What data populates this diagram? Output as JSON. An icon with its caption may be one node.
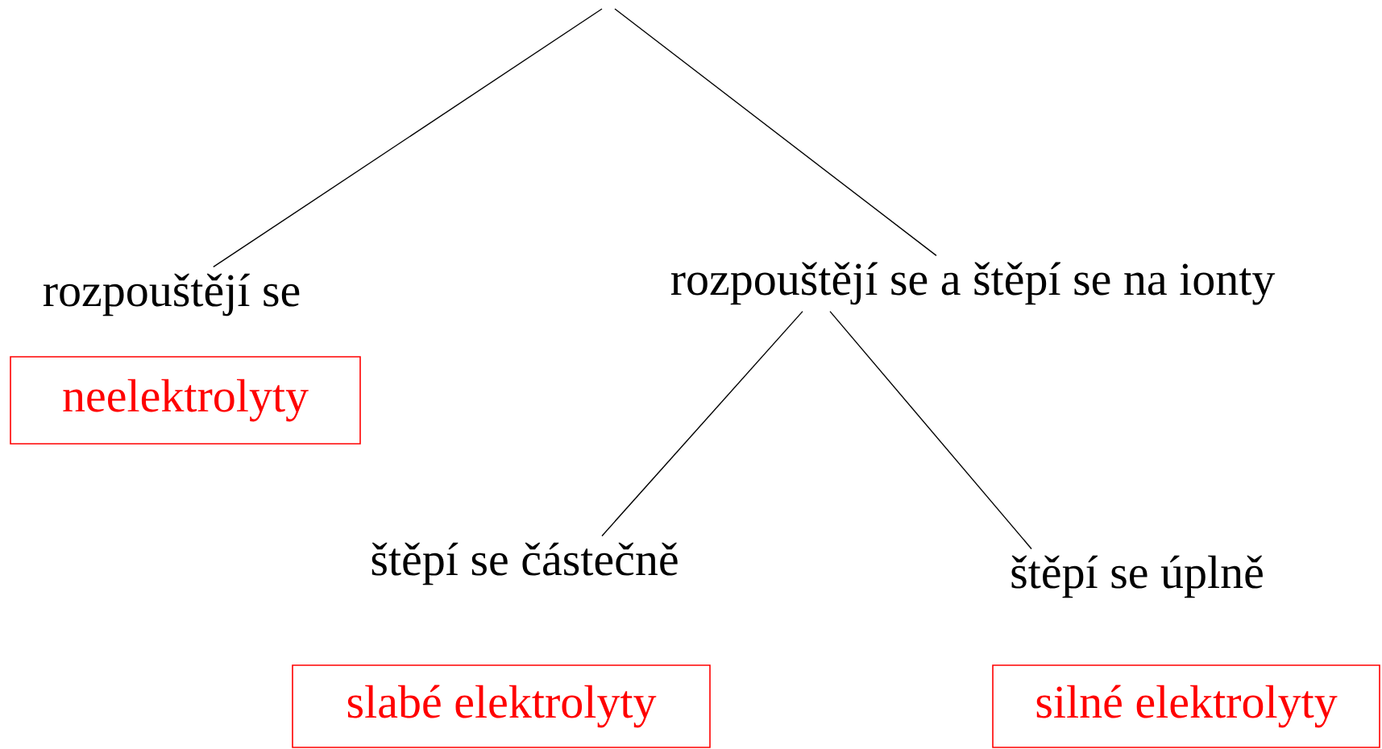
{
  "diagram": {
    "nodes": [
      {
        "text": [
          "rozpouštějí se"
        ]
      },
      {
        "text": [
          "neelektrolyty"
        ]
      },
      {
        "text": [
          "rozpouštějí se a štěpí se na ionty"
        ]
      },
      {
        "text": [
          "štěpí se částečně"
        ]
      },
      {
        "text": [
          "štěpí se úplně"
        ]
      },
      {
        "text": [
          "slabé elektrolyty"
        ]
      },
      {
        "text": [
          "silné elektrolyty"
        ]
      }
    ],
    "edges": [
      {
        "from": null,
        "to": 0,
        "arrow": "none"
      },
      {
        "from": null,
        "to": 2,
        "arrow": "none"
      },
      {
        "from": 2,
        "to": 3,
        "arrow": "none"
      },
      {
        "from": 2,
        "to": 4,
        "arrow": "none"
      }
    ]
  }
}
